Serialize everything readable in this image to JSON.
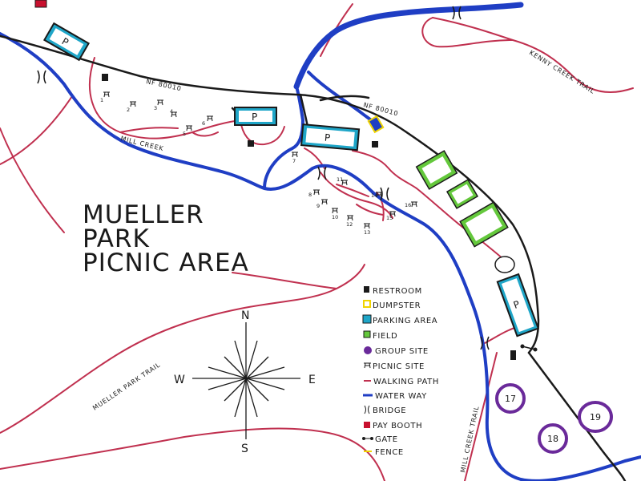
{
  "title": {
    "line1": "MUELLER",
    "line2": "PARK",
    "line3": "PICNIC AREA"
  },
  "roads": {
    "nf_upper": "NF 80010",
    "nf_right": "NF 80010"
  },
  "trails": {
    "kenny_creek": "KENNY CREEK TRAIL",
    "mueller_park": "MUELLER PARK TRAIL",
    "mill_creek_trail": "MILL CREEK TRAIL"
  },
  "waterways": {
    "mill_creek": "MILL CREEK"
  },
  "parking_label": "P",
  "picnic_sites": [
    "1",
    "2",
    "3",
    "4",
    "5",
    "6",
    "7",
    "8",
    "9",
    "10",
    "11",
    "12",
    "13",
    "14",
    "15",
    "16"
  ],
  "group_sites": [
    "17",
    "18",
    "19"
  ],
  "compass": {
    "n": "N",
    "s": "S",
    "e": "E",
    "w": "W"
  },
  "legend": [
    {
      "key": "restroom",
      "label": "RESTROOM"
    },
    {
      "key": "dumpster",
      "label": "DUMPSTER"
    },
    {
      "key": "parking",
      "label": "PARKING AREA"
    },
    {
      "key": "field",
      "label": "FIELD"
    },
    {
      "key": "group",
      "label": "GROUP SITE"
    },
    {
      "key": "picnic",
      "label": "PICNIC SITE"
    },
    {
      "key": "path",
      "label": "WALKING PATH"
    },
    {
      "key": "water",
      "label": "WATER WAY"
    },
    {
      "key": "bridge",
      "label": "BRIDGE"
    },
    {
      "key": "booth",
      "label": "PAY BOOTH"
    },
    {
      "key": "gate",
      "label": "GATE"
    },
    {
      "key": "fence",
      "label": "FENCE"
    }
  ],
  "colors": {
    "road": "#1a1a1a",
    "path": "#c0304f",
    "water": "#1f3ec4",
    "parking": "#1fa6c8",
    "field": "#64c83c",
    "group": "#6a2a9a",
    "dumpster": "#f0d400",
    "booth": "#c8102e",
    "restroom": "#1a1a1a"
  }
}
